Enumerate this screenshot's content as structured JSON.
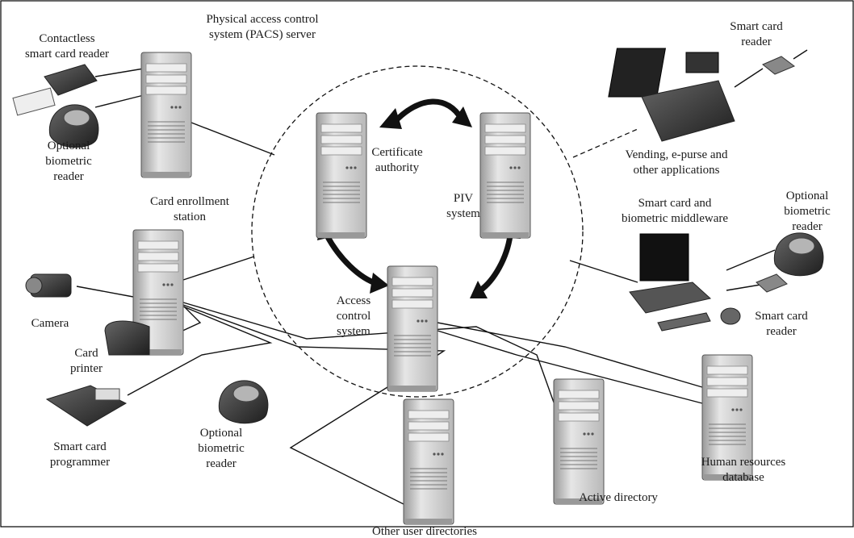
{
  "labels": {
    "pacs_server": [
      "Physical access control",
      "system (PACS) server"
    ],
    "contactless_reader": [
      "Contactless",
      "smart card reader"
    ],
    "optional_biometric_left": [
      "Optional",
      "biometric",
      "reader"
    ],
    "certificate_authority": [
      "Certificate",
      "authority"
    ],
    "piv_system": [
      "PIV",
      "system"
    ],
    "card_enrollment": [
      "Card enrollment",
      "station"
    ],
    "access_control": [
      "Access",
      "control",
      "system"
    ],
    "camera": [
      "Camera"
    ],
    "card_printer": [
      "Card",
      "printer"
    ],
    "smart_card_programmer": [
      "Smart card",
      "programmer"
    ],
    "optional_biometric_bottom": [
      "Optional",
      "biometric",
      "reader"
    ],
    "other_user_directories": [
      "Other user directories"
    ],
    "active_directory": [
      "Active directory"
    ],
    "human_resources": [
      "Human resources",
      "database"
    ],
    "smart_card_reader_top": [
      "Smart card",
      "reader"
    ],
    "vending": [
      "Vending, e-purse and",
      "other applications"
    ],
    "middleware": [
      "Smart card and",
      "biometric middleware"
    ],
    "optional_biometric_right": [
      "Optional",
      "biometric",
      "reader"
    ],
    "smart_card_reader_right": [
      "Smart card",
      "reader"
    ]
  },
  "colors": {
    "line": "#111111",
    "device_dark": "#3a3a3a",
    "server_body": "#d8d8d8"
  }
}
